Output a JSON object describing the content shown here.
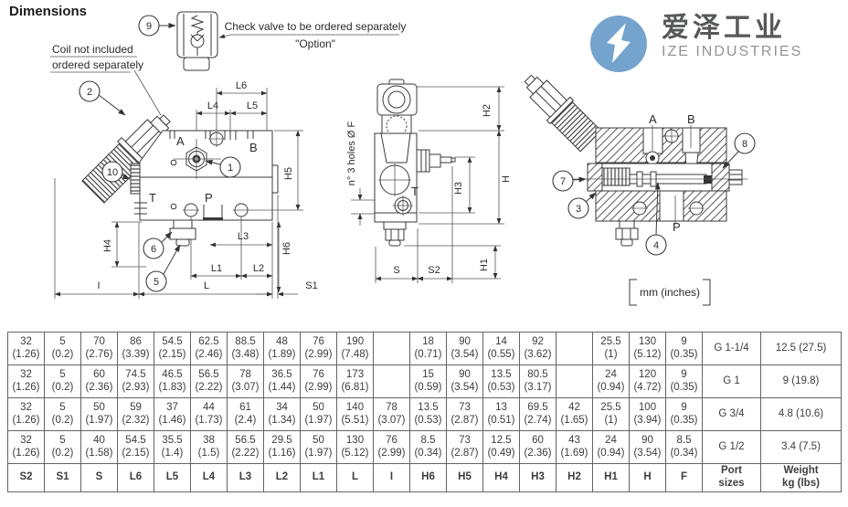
{
  "page": {
    "title": "Dimensions"
  },
  "logo": {
    "brand_cn": "爱泽工业",
    "brand_en": "IZE INDUSTRIES",
    "mark_color": "#74a3ce"
  },
  "notes": {
    "coil_line1": "Coil not included",
    "coil_line2": "ordered separately",
    "check_valve": "Check valve to be ordered separately",
    "option": "\"Option\"",
    "holes": "n° 3 holes Ø F",
    "units": "mm  (inches)"
  },
  "callouts": {
    "c1": "1",
    "c2": "2",
    "c3": "3",
    "c4": "4",
    "c5": "5",
    "c6": "6",
    "c7": "7",
    "c8": "8",
    "c9": "9",
    "c10": "10"
  },
  "ports": {
    "front_a": "A",
    "front_b": "B",
    "front_t": "T",
    "front_p": "P",
    "side_t": "T",
    "section_a": "A",
    "section_b": "B",
    "section_p": "P"
  },
  "dims": {
    "l1": "L1",
    "l2": "L2",
    "l3": "L3",
    "l4": "L4",
    "l5": "L5",
    "l6": "L6",
    "h": "H",
    "h1": "H1",
    "h2": "H2",
    "h3": "H3",
    "h4": "H4",
    "h5": "H5",
    "h6": "H6",
    "s": "S",
    "s1": "S1",
    "s2": "S2",
    "i": "I",
    "l": "L"
  },
  "table": {
    "headers": [
      "S2",
      "S1",
      "S",
      "L6",
      "L5",
      "L4",
      "L3",
      "L2",
      "L1",
      "L",
      "I",
      "H6",
      "H5",
      "H4",
      "H3",
      "H2",
      "H1",
      "H",
      "F",
      "Port\nsizes",
      "Weight\nkg (lbs)"
    ],
    "rows": [
      [
        "32\n(1.26)",
        "5\n(0.2)",
        "70\n(2.76)",
        "86\n(3.39)",
        "54.5\n(2.15)",
        "62.5\n(2.46)",
        "88.5\n(3.48)",
        "48\n(1.89)",
        "76\n(2.99)",
        "190\n(7.48)",
        "",
        "18\n(0.71)",
        "90\n(3.54)",
        "14\n(0.55)",
        "92\n(3.62)",
        "",
        "25.5\n(1)",
        "130\n(5.12)",
        "9\n(0.35)",
        "G 1-1/4",
        "12.5 (27.5)"
      ],
      [
        "32\n(1.26)",
        "5\n(0.2)",
        "60\n(2.36)",
        "74.5\n(2.93)",
        "46.5\n(1.83)",
        "56.5\n(2.22)",
        "78\n(3.07)",
        "36.5\n(1.44)",
        "76\n(2.99)",
        "173\n(6.81)",
        "",
        "15\n(0.59)",
        "90\n(3.54)",
        "13.5\n(0.53)",
        "80.5\n(3.17)",
        "",
        "24\n(0.94)",
        "120\n(4.72)",
        "9\n(0.35)",
        "G 1",
        "9 (19.8)"
      ],
      [
        "32\n(1.26)",
        "5\n(0.2)",
        "50\n(1.97)",
        "59\n(2.32)",
        "37\n(1.46)",
        "44\n(1.73)",
        "61\n(2.4)",
        "34\n(1.34)",
        "50\n(1.97)",
        "140\n(5.51)",
        "78\n(3.07)",
        "13.5\n(0.53)",
        "73\n(2.87)",
        "13\n(0.51)",
        "69.5\n(2.74)",
        "42\n(1.65)",
        "25.5\n(1)",
        "100\n(3.94)",
        "9\n(0.35)",
        "G 3/4",
        "4.8 (10.6)"
      ],
      [
        "32\n(1.26)",
        "5\n(0.2)",
        "40\n(1.58)",
        "54.5\n(2.15)",
        "35.5\n(1.4)",
        "38\n(1.5)",
        "56.5\n(2.22)",
        "29.5\n(1.16)",
        "50\n(1.97)",
        "130\n(5.12)",
        "76\n(2.99)",
        "8.5\n(0.34)",
        "73\n(2.87)",
        "12.5\n(0.49)",
        "60\n(2.36)",
        "43\n(1.69)",
        "24\n(0.94)",
        "90\n(3.54)",
        "8.5\n(0.34)",
        "G 1/2",
        "3.4 (7.5)"
      ]
    ]
  }
}
